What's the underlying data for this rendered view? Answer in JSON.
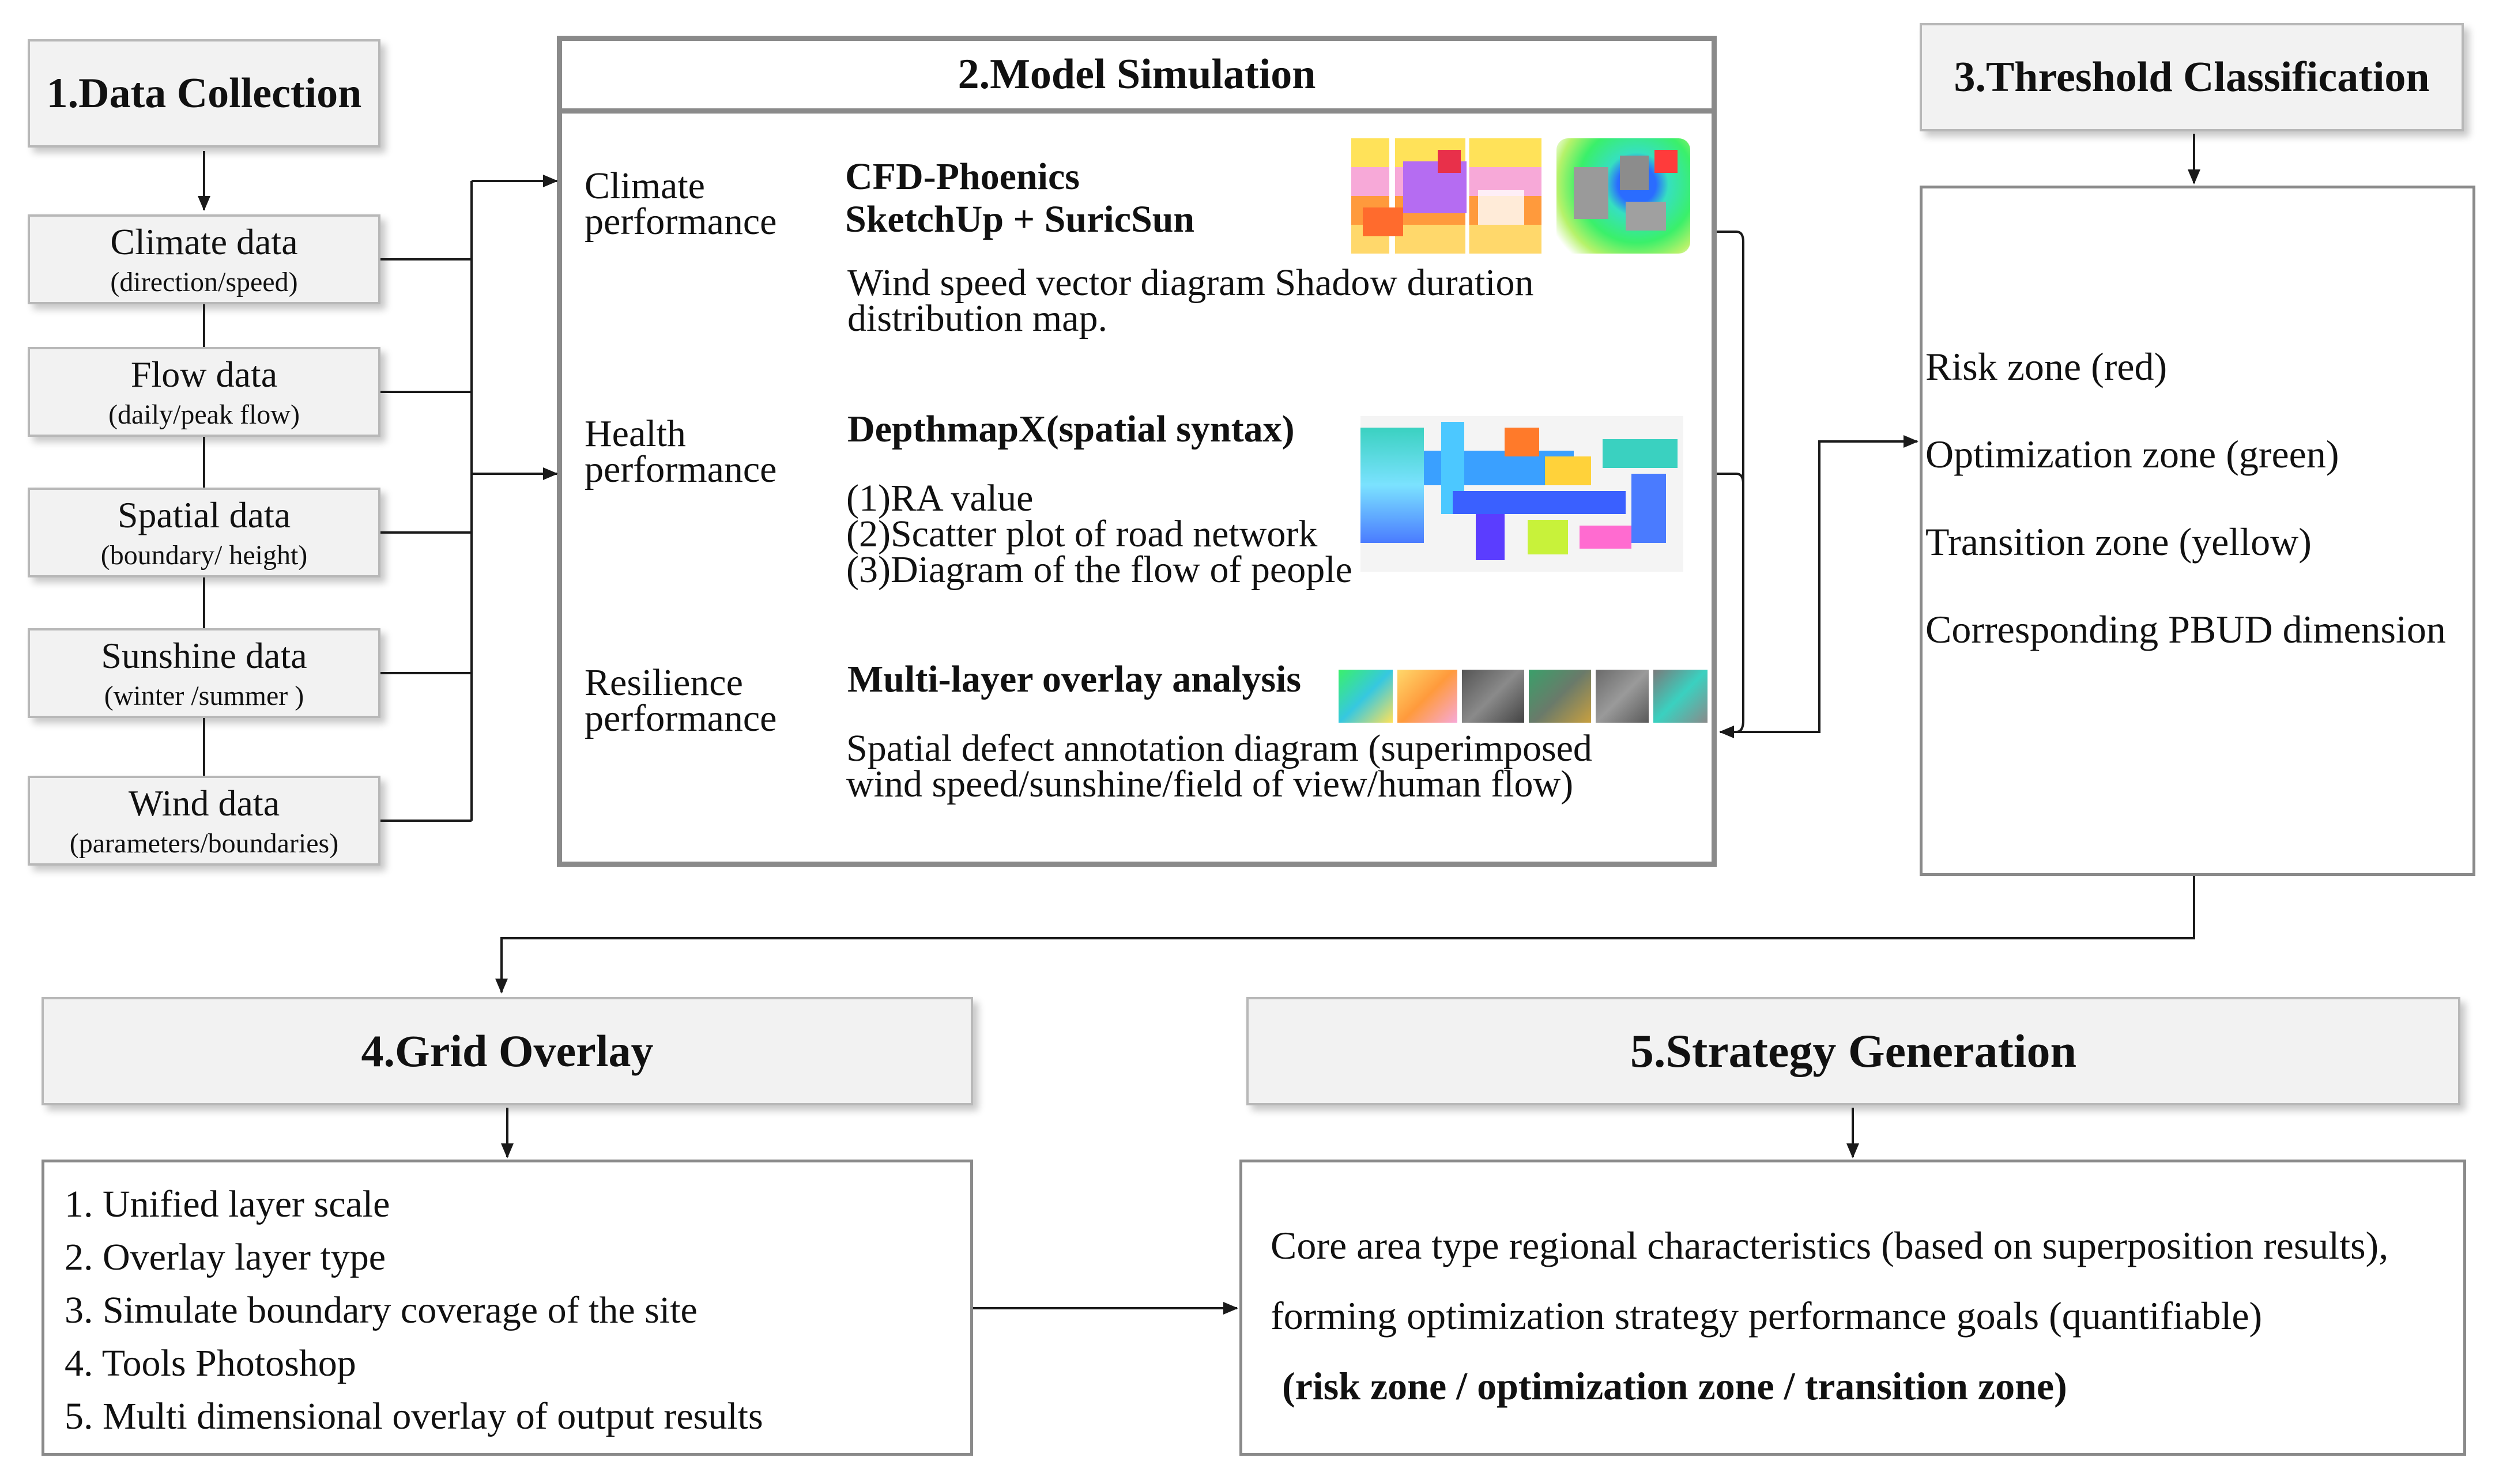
{
  "step1": {
    "title": "1.Data Collection",
    "items": [
      {
        "label": "Climate data",
        "sub": "(direction/speed)"
      },
      {
        "label": "Flow data",
        "sub": "(daily/peak flow)"
      },
      {
        "label": "Spatial data",
        "sub": "(boundary/ height)"
      },
      {
        "label": "Sunshine data",
        "sub": "(winter /summer )"
      },
      {
        "label": "Wind data",
        "sub": "(parameters/boundaries)"
      }
    ]
  },
  "step2": {
    "title": "2.Model Simulation",
    "rows": [
      {
        "label_1": "Climate",
        "label_2": "performance",
        "tool_1": "CFD-Phoenics",
        "tool_2": "SketchUp + SuricSun",
        "desc_1": "Wind speed vector diagram Shadow duration",
        "desc_2": "distribution map."
      },
      {
        "label_1": "Health",
        "label_2": "performance",
        "tool_1": "DepthmapX(spatial syntax)",
        "desc_1": "(1)RA value",
        "desc_2": "(2)Scatter plot of road network",
        "desc_3": "(3)Diagram of the flow of people"
      },
      {
        "label_1": "Resilience",
        "label_2": "performance",
        "tool_1": "Multi-layer overlay analysis",
        "desc_1": "Spatial defect annotation diagram (superimposed",
        "desc_2": "wind speed/sunshine/field of view/human flow)"
      }
    ]
  },
  "step3": {
    "title": "3.Threshold Classification",
    "items": [
      "Risk zone (red)",
      "Optimization zone (green)",
      "Transition zone (yellow)",
      "Corresponding PBUD dimension"
    ]
  },
  "step4": {
    "title": "4.Grid Overlay",
    "items": [
      "1. Unified layer scale",
      "2. Overlay layer type",
      "3. Simulate boundary coverage of the site",
      "4. Tools Photoshop",
      "5. Multi dimensional overlay of output results"
    ]
  },
  "step5": {
    "title": "5.Strategy Generation",
    "line_1": "Core area type regional characteristics (based on superposition results),",
    "line_2": "forming optimization strategy performance goals (quantifiable)",
    "line_3": "(risk zone / optimization zone / transition zone)"
  },
  "colors": {
    "box_fill": "#f2f2f2",
    "box_border": "#8a8a8a",
    "arrow": "#1a1a1a"
  }
}
